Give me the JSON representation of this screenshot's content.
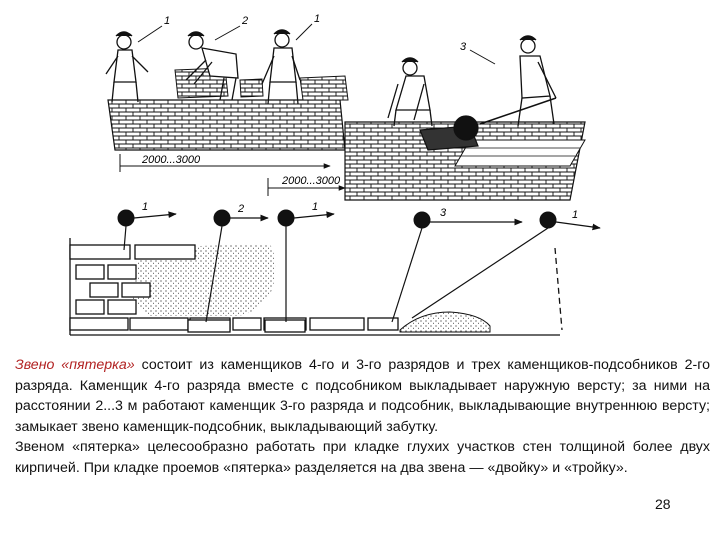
{
  "figure": {
    "numbers": {
      "one": "1",
      "two": "2",
      "three": "3"
    },
    "dims": {
      "left": "2000...3000",
      "right": "2000...3000"
    }
  },
  "caption": {
    "lead": "Звено «пятерка»",
    "p1_rest": " состоит из каменщиков 4-го и 3-го разрядов и трех каменщиков-подсобников 2-го разряда. Каменщик 4-го разряда вместе с подсобником выкладывает наружную версту; за ними на расстоянии 2...3 м работают каменщик 3-го разряда и подсобник, выкладывающие внутреннюю версту; замыкает звено каменщик-подсобник, выкладывающий забутку.",
    "p2": "Звеном «пятерка» целесообразно работать при кладке глухих участков стен толщиной более двух кирпичей. При кладке проемов «пятерка» разделяется на два звена — «двойку» и «тройку»."
  },
  "page_number": "28",
  "colors": {
    "ink": "#111111",
    "highlight": "#b22222",
    "background": "#ffffff"
  }
}
